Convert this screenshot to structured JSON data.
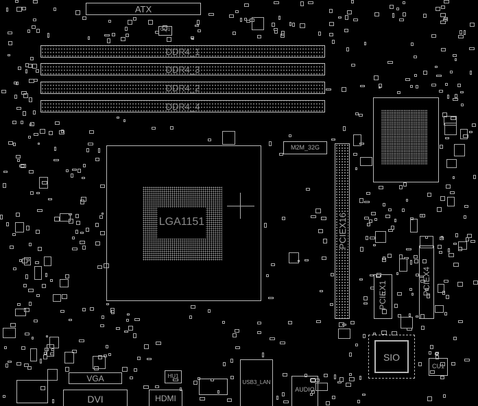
{
  "board": {
    "connectors": {
      "atx": "ATX",
      "dimms": [
        "DDR4_1",
        "DDR4_3",
        "DDR4_2",
        "DDR4_4"
      ],
      "cpu_socket": "LGA1151",
      "m2": "M2M_32G",
      "pcie_x16": "PCIEX16",
      "pcie_x1": "PCIEX1",
      "pcie_x4": "PCIEX4",
      "sio": "SIO",
      "vga": "VGA",
      "dvi": "DVI",
      "hdmi": "HDMI",
      "usb_lan": "USB3_LAN",
      "audio": "AUDIO",
      "cu1": "CU1",
      "hu1": "HU1",
      "cq1": "CQ1"
    }
  }
}
